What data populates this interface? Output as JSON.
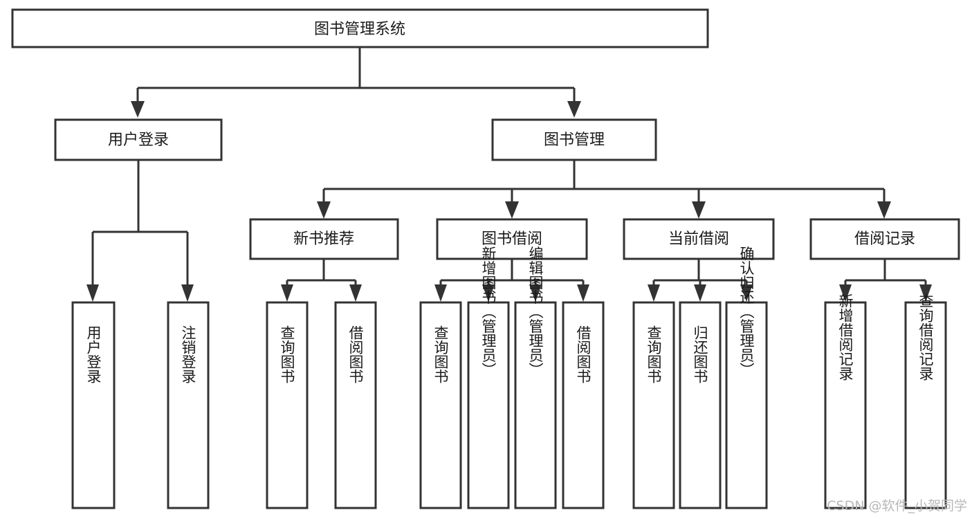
{
  "diagram": {
    "type": "tree-hierarchy",
    "title": "图书管理系统",
    "orientation": "top-down",
    "levels": 4,
    "box_fill": "#ffffff",
    "box_stroke": "#333333",
    "text_color": "#1a1a1a",
    "background": "#ffffff"
  },
  "root": {
    "label": "图书管理系统"
  },
  "level2": [
    {
      "label": "用户登录"
    },
    {
      "label": "图书管理"
    }
  ],
  "level3": [
    {
      "label": "新书推荐"
    },
    {
      "label": "图书借阅"
    },
    {
      "label": "当前借阅"
    },
    {
      "label": "借阅记录"
    }
  ],
  "leaves": {
    "user_login": [
      {
        "label": "用户登录"
      },
      {
        "label": "注销登录"
      }
    ],
    "new_book_recommend": [
      {
        "label": "查询图书"
      },
      {
        "label": "借阅图书"
      }
    ],
    "book_borrow": [
      {
        "label": "查询图书"
      },
      {
        "label": "新增图书（管理员）"
      },
      {
        "label": "编辑图书（管理员）"
      },
      {
        "label": "借阅图书"
      }
    ],
    "current_borrow": [
      {
        "label": "查询图书"
      },
      {
        "label": "归还图书"
      },
      {
        "label": "确认归还（管理员）"
      }
    ],
    "borrow_record": [
      {
        "label": "新增借阅记录"
      },
      {
        "label": "查询借阅记录"
      }
    ]
  },
  "watermark": {
    "text": "CSDN @软件_小贺同学"
  }
}
